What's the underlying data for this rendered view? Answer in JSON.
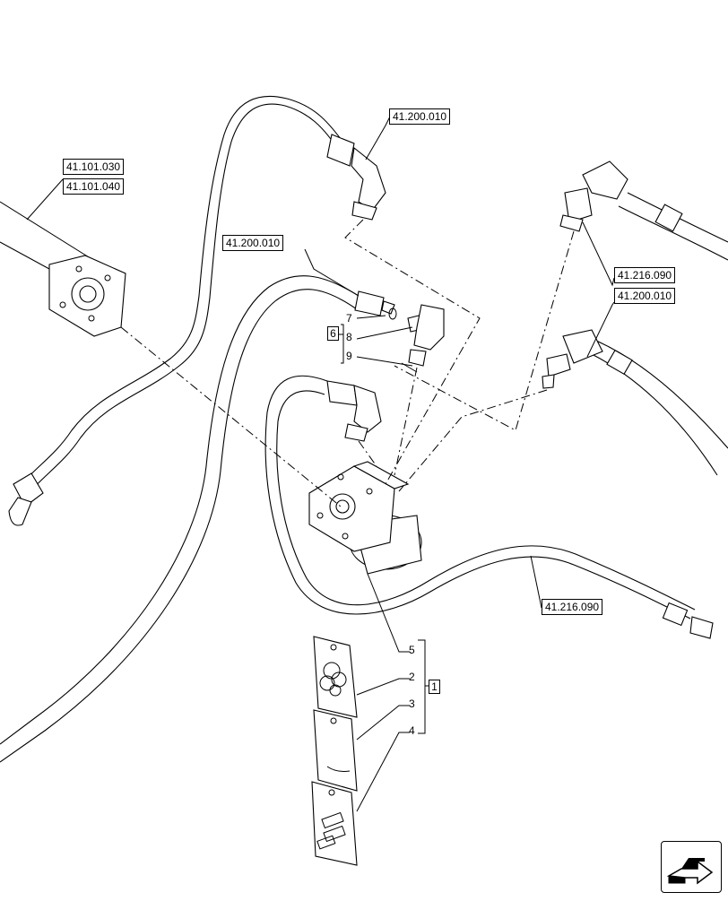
{
  "references": [
    {
      "id": "ref-top",
      "label": "41.200.010"
    },
    {
      "id": "ref-left-1",
      "label": "41.101.030"
    },
    {
      "id": "ref-left-2",
      "label": "41.101.040"
    },
    {
      "id": "ref-mid",
      "label": "41.200.010"
    },
    {
      "id": "ref-right-1",
      "label": "41.216.090"
    },
    {
      "id": "ref-right-2",
      "label": "41.200.010"
    },
    {
      "id": "ref-bottom",
      "label": "41.216.090"
    }
  ],
  "groups": {
    "fitting_kit": "6",
    "seal_kit": "1"
  },
  "items": {
    "i7": "7",
    "i8": "8",
    "i9": "9",
    "i5": "5",
    "i2": "2",
    "i3": "3",
    "i4": "4"
  },
  "nav": {
    "icon": "next-page-arrow-icon"
  }
}
